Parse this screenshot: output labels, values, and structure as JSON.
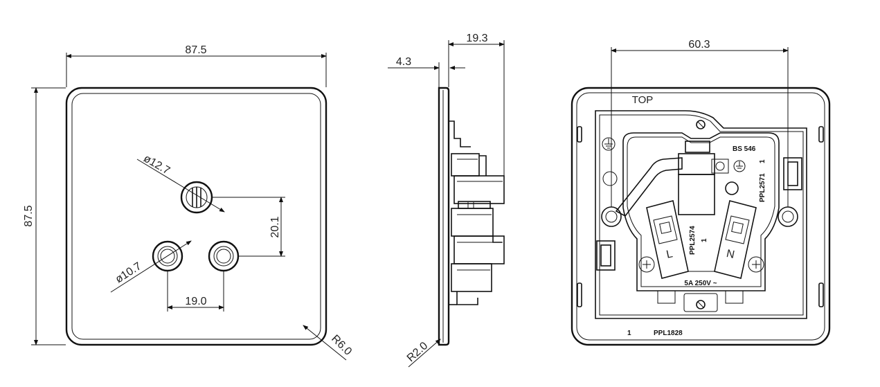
{
  "front_view": {
    "width_label": "87.5",
    "height_label": "87.5",
    "earth_dia_label": "ø12.7",
    "pin_dia_label": "ø10.7",
    "vertical_spacing_label": "20.1",
    "horizontal_spacing_label": "19.0",
    "corner_radius_label": "R6.0"
  },
  "side_view": {
    "depth_label": "19.3",
    "plate_label": "4.3",
    "corner_radius_label": "R2.0"
  },
  "rear_view": {
    "fixing_centres_label": "60.3",
    "top_label": "TOP",
    "standard_label": "BS 546",
    "part_label_1": "PPL2571",
    "part_label_1_rev": "1",
    "part_label_2": "PPL2574",
    "part_label_2_rev": "1",
    "rating_label": "5A 250V ~",
    "live_label": "L",
    "neutral_label": "N",
    "plate_part_rev": "1",
    "plate_part_label": "PPL1828"
  }
}
